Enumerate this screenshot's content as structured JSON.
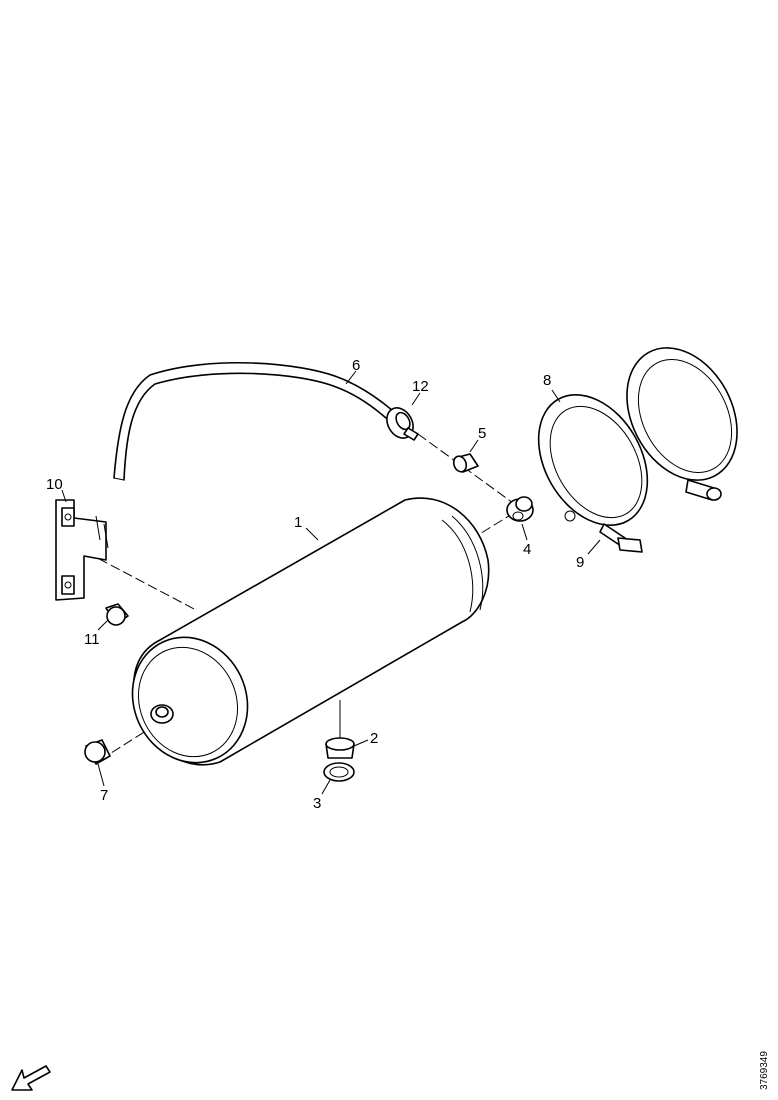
{
  "diagram": {
    "callouts": [
      {
        "id": "c1",
        "label": "1"
      },
      {
        "id": "c2",
        "label": "2"
      },
      {
        "id": "c3",
        "label": "3"
      },
      {
        "id": "c4",
        "label": "4"
      },
      {
        "id": "c5",
        "label": "5"
      },
      {
        "id": "c6",
        "label": "6"
      },
      {
        "id": "c7",
        "label": "7"
      },
      {
        "id": "c8",
        "label": "8"
      },
      {
        "id": "c9",
        "label": "9"
      },
      {
        "id": "c10",
        "label": "10"
      },
      {
        "id": "c11",
        "label": "11"
      },
      {
        "id": "c12",
        "label": "12"
      }
    ],
    "reference_code": "3769349",
    "icons": {
      "direction": "arrow-down-left-icon"
    }
  }
}
